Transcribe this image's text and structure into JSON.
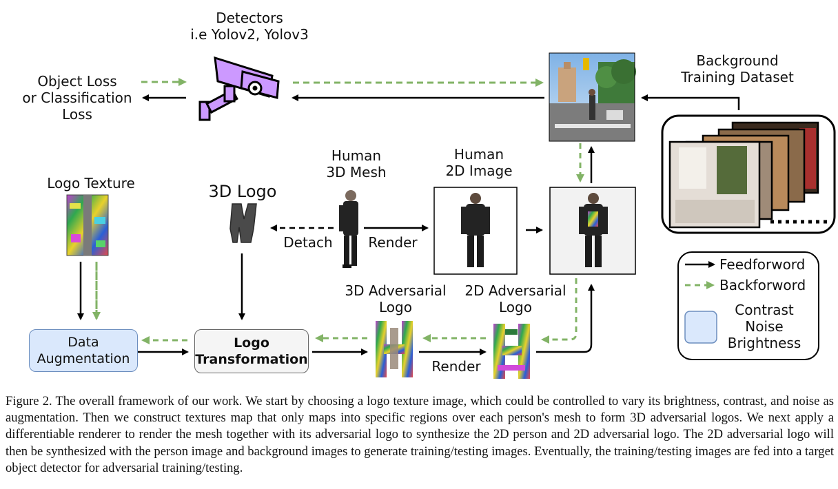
{
  "labels": {
    "detectors": [
      "Detectors",
      "i.e Yolov2, Yolov3"
    ],
    "loss": [
      "Object Loss",
      "or Classification",
      "Loss"
    ],
    "background_dataset": [
      "Background",
      "Training Dataset"
    ],
    "logo_texture": "Logo Texture",
    "logo_3d": "3D Logo",
    "human_mesh": [
      "Human",
      "3D Mesh"
    ],
    "human_2d": [
      "Human",
      "2D Image"
    ],
    "detach": "Detach",
    "render_top": "Render",
    "render_bottom": "Render",
    "adv_3d": [
      "3D Adversarial",
      "Logo"
    ],
    "adv_2d": [
      "2D Adversarial",
      "Logo"
    ]
  },
  "boxes": {
    "data_augmentation": [
      "Data",
      "Augmentation"
    ],
    "logo_transformation": [
      "Logo",
      "Transformation"
    ]
  },
  "legend": {
    "feedforward": "Feedforword",
    "backforward": "Backforword",
    "augment": [
      "Contrast",
      "Noise",
      "Brightness"
    ]
  },
  "caption": "Figure 2. The overall framework of our work. We start by choosing a logo texture image, which could be controlled to vary its brightness, contrast, and noise as augmentation. Then we construct textures map that only maps into specific regions over each person's mesh to form 3D adversarial logos. We next apply a differentiable renderer to render the mesh together with its adversarial logo to synthesize the 2D person and 2D adversarial logo. The 2D adversarial logo will then be synthesized with the person image and background images to generate training/testing images. Eventually, the training/testing images are fed into a target object detector for adversarial training/testing.",
  "colors": {
    "feedforward": "#000000",
    "backforward": "#82b366",
    "augment_fill": "#dae8fc",
    "augment_border": "#6c8ebf",
    "transform_fill": "#f5f5f5",
    "camera": "#cc99ff"
  }
}
